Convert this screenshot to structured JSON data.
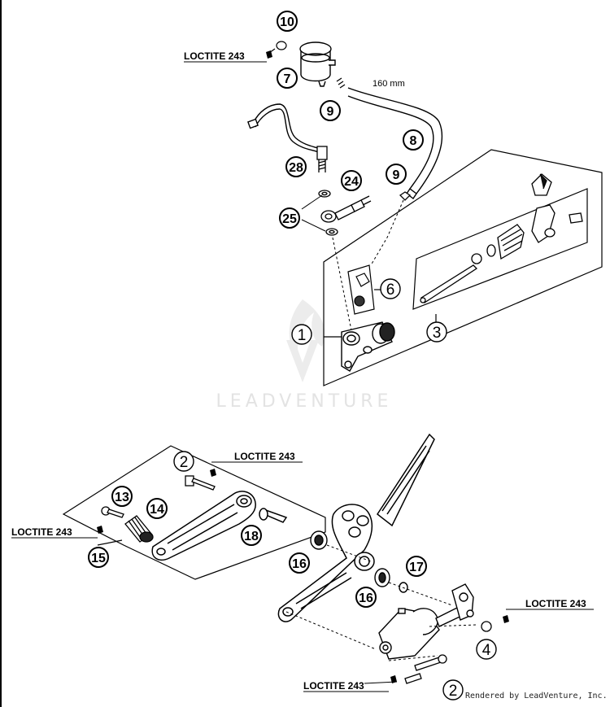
{
  "watermark": "LEADVENTURE",
  "credit": "Rendered by LeadVenture, Inc.",
  "measurement": "160 mm",
  "loctite": {
    "top": "LOCTITE 243",
    "mid_right": "LOCTITE 243",
    "mid_left": "LOCTITE 243",
    "right": "LOCTITE 243",
    "bottom": "LOCTITE 243"
  },
  "callouts": {
    "c10": "10",
    "c7": "7",
    "c9a": "9",
    "c8": "8",
    "c28": "28",
    "c24": "24",
    "c9b": "9",
    "c25": "25",
    "c6": "6",
    "c1": "1",
    "c3": "3",
    "c2a": "2",
    "c13": "13",
    "c14": "14",
    "c18": "18",
    "c15": "15",
    "c16a": "16",
    "c17": "17",
    "c16b": "16",
    "c4": "4",
    "c2b": "2"
  }
}
